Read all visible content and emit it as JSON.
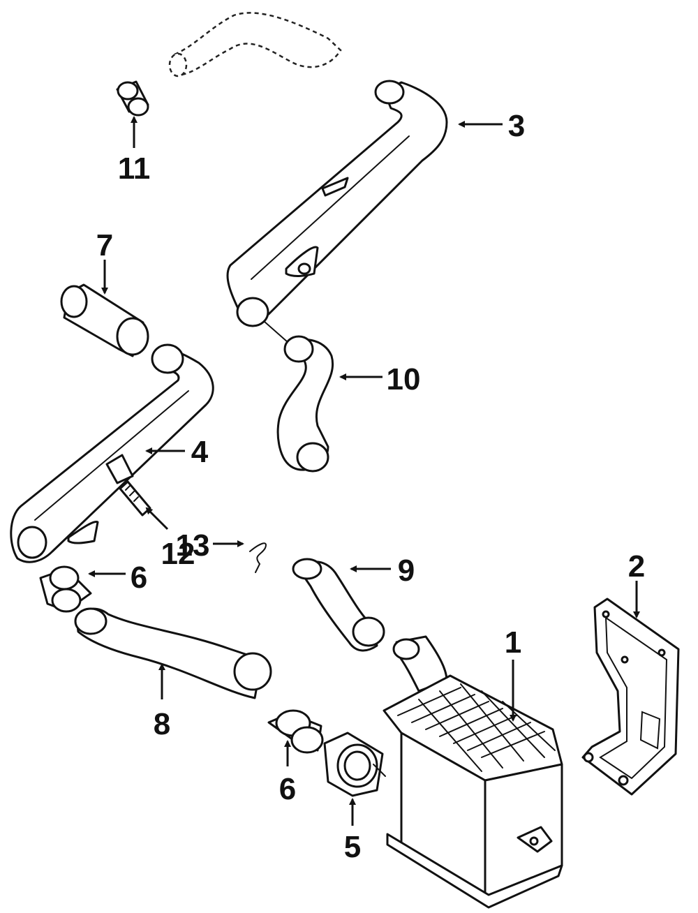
{
  "callouts": [
    {
      "id": "1",
      "label": "1"
    },
    {
      "id": "2",
      "label": "2"
    },
    {
      "id": "3",
      "label": "3"
    },
    {
      "id": "4",
      "label": "4"
    },
    {
      "id": "5",
      "label": "5"
    },
    {
      "id": "6a",
      "label": "6"
    },
    {
      "id": "6b",
      "label": "6"
    },
    {
      "id": "7",
      "label": "7"
    },
    {
      "id": "8",
      "label": "8"
    },
    {
      "id": "9",
      "label": "9"
    },
    {
      "id": "10",
      "label": "10"
    },
    {
      "id": "11",
      "label": "11"
    },
    {
      "id": "12",
      "label": "12"
    },
    {
      "id": "13",
      "label": "13"
    }
  ]
}
